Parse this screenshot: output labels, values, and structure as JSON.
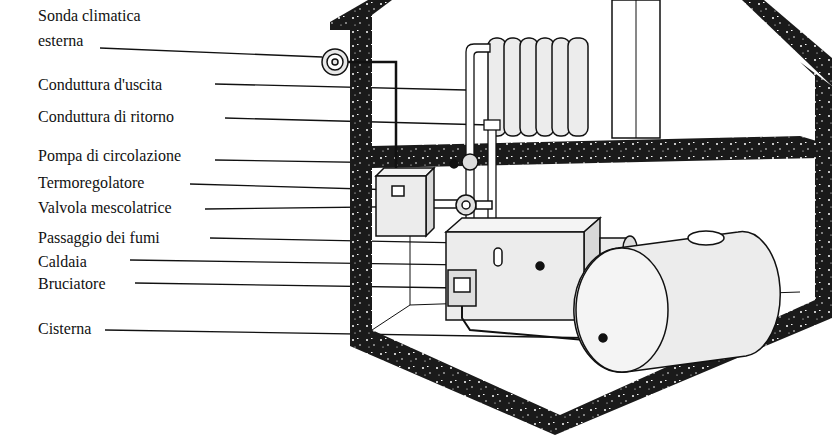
{
  "diagram": {
    "labels": [
      "Sonda climatica esterna",
      "Conduttura d'uscita",
      "Conduttura di ritorno",
      "Pompa di circolazione",
      "Termoregolatore",
      "Valvola mescolatrice",
      "Passaggio dei fumi",
      "Caldaia",
      "Bruciatore",
      "Cisterna"
    ]
  }
}
